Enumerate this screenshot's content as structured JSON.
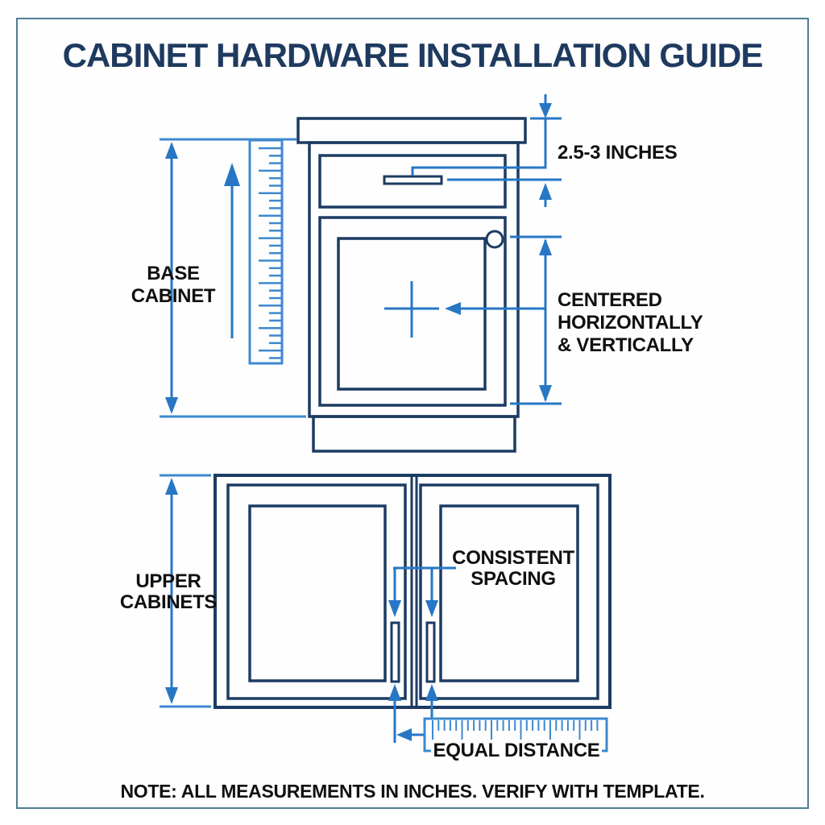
{
  "title": "CABINET HARDWARE INSTALLATION GUIDE",
  "colors": {
    "title_navy": "#1e3a5f",
    "cabinet_outline_navy": "#1c3b62",
    "dimension_blue": "#2777c5",
    "ruler_blue": "#3d88d0",
    "label_text": "#101010",
    "page_border": "#4e7e93",
    "background": "#ffffff"
  },
  "base_cabinet": {
    "label_line1": "BASE",
    "label_line2": "CABINET",
    "handle_height_label": "2.5-3 INCHES",
    "centered_label_line1": "CENTERED",
    "centered_label_line2": "HORIZONTALLY",
    "centered_label_line3": "& VERTICALLY"
  },
  "upper_cabinets": {
    "label_line1": "UPPER",
    "label_line2": "CABINETS",
    "spacing_label_line1": "CONSISTENT",
    "spacing_label_line2": "SPACING",
    "distance_label": "EQUAL DISTANCE"
  },
  "note": "NOTE: ALL MEASUREMENTS IN INCHES. VERIFY WITH TEMPLATE."
}
